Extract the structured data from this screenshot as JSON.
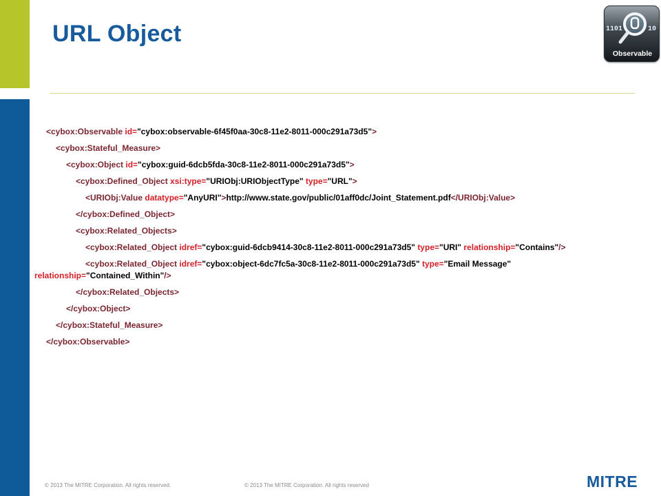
{
  "slide": {
    "title": "URL Object",
    "badge_label": "Observable",
    "badge_digits_left": "1101",
    "badge_digits_right": "10"
  },
  "code": [
    {
      "indent": 0,
      "parts": [
        {
          "t": "tag",
          "s": "<cybox:Observable "
        },
        {
          "t": "attr",
          "s": "id="
        },
        {
          "t": "val",
          "s": "\"cybox:observable-6f45f0aa-30c8-11e2-8011-000c291a73d5\""
        },
        {
          "t": "tag",
          "s": ">"
        }
      ]
    },
    {
      "indent": 0,
      "parts": [
        {
          "t": "tag",
          "s": "<cybox:Stateful_Measure>"
        }
      ]
    },
    {
      "indent": 1,
      "parts": [
        {
          "t": "tag",
          "s": "<cybox:Object "
        },
        {
          "t": "attr",
          "s": "id="
        },
        {
          "t": "val",
          "s": "\"cybox:guid-6dcb5fda-30c8-11e2-8011-000c291a73d5\""
        },
        {
          "t": "tag",
          "s": ">"
        }
      ]
    },
    {
      "indent": 2,
      "parts": [
        {
          "t": "tag",
          "s": "<cybox:Defined_Object "
        },
        {
          "t": "attr",
          "s": "xsi:type="
        },
        {
          "t": "val",
          "s": "\"URIObj:URIObjectType\" "
        },
        {
          "t": "attr",
          "s": "type="
        },
        {
          "t": "val",
          "s": "\"URL\""
        },
        {
          "t": "tag",
          "s": ">"
        }
      ]
    },
    {
      "indent": 3,
      "parts": [
        {
          "t": "tag",
          "s": "<URIObj:Value "
        },
        {
          "t": "attr",
          "s": "datatype="
        },
        {
          "t": "val",
          "s": "\"AnyURI\""
        },
        {
          "t": "tag",
          "s": ">"
        },
        {
          "t": "txt",
          "s": "http://www.state.gov/public/01aff0dc/Joint_Statement.pdf"
        },
        {
          "t": "tag",
          "s": "</URIObj:Value>"
        }
      ]
    },
    {
      "indent": 2,
      "parts": [
        {
          "t": "tag",
          "s": "</cybox:Defined_Object>"
        }
      ]
    },
    {
      "indent": 2,
      "parts": [
        {
          "t": "tag",
          "s": "<cybox:Related_Objects>"
        }
      ]
    },
    {
      "indent": 3,
      "parts": [
        {
          "t": "tag",
          "s": "<cybox:Related_Object "
        },
        {
          "t": "attr",
          "s": "idref="
        },
        {
          "t": "val",
          "s": "\"cybox:guid-6dcb9414-30c8-11e2-8011-000c291a73d5\" "
        },
        {
          "t": "attr",
          "s": "type="
        },
        {
          "t": "val",
          "s": "\"URI\" "
        },
        {
          "t": "attr",
          "s": "relationship="
        },
        {
          "t": "val",
          "s": "\"Contains\""
        },
        {
          "t": "tag",
          "s": "/>"
        }
      ]
    },
    {
      "indent": 3,
      "parts": [
        {
          "t": "tag",
          "s": "<cybox:Related_Object "
        },
        {
          "t": "attr",
          "s": "idref="
        },
        {
          "t": "val",
          "s": "\"cybox:object-6dc7fc5a-30c8-11e2-8011-000c291a73d5\" "
        },
        {
          "t": "attr",
          "s": "type="
        },
        {
          "t": "val",
          "s": "\"Email Message\""
        }
      ]
    },
    {
      "indent": -1,
      "parts": [
        {
          "t": "attr",
          "s": "relationship="
        },
        {
          "t": "val",
          "s": "\"Contained_Within\""
        },
        {
          "t": "tag",
          "s": "/>"
        }
      ]
    },
    {
      "indent": 2,
      "parts": [
        {
          "t": "tag",
          "s": "</cybox:Related_Objects>"
        }
      ]
    },
    {
      "indent": 1,
      "parts": [
        {
          "t": "tag",
          "s": "</cybox:Object>"
        }
      ]
    },
    {
      "indent": 0,
      "parts": [
        {
          "t": "tag",
          "s": "</cybox:Stateful_Measure>"
        }
      ]
    },
    {
      "indent": 0,
      "parts": [
        {
          "t": "tag",
          "s": "</cybox:Observable>"
        }
      ]
    }
  ],
  "footer": {
    "copyright_left": "© 2013 The MITRE Corporation. All rights reserved.",
    "copyright_right": "© 2013 The MITRE Corporation. All rights reserved",
    "logo": "MITRE"
  },
  "colors": {
    "tag": "#7b2630",
    "attr": "#d41f26",
    "value": "#000000",
    "title": "#175b9c",
    "side_green": "#b6c62a",
    "side_blue": "#0f5a99"
  }
}
